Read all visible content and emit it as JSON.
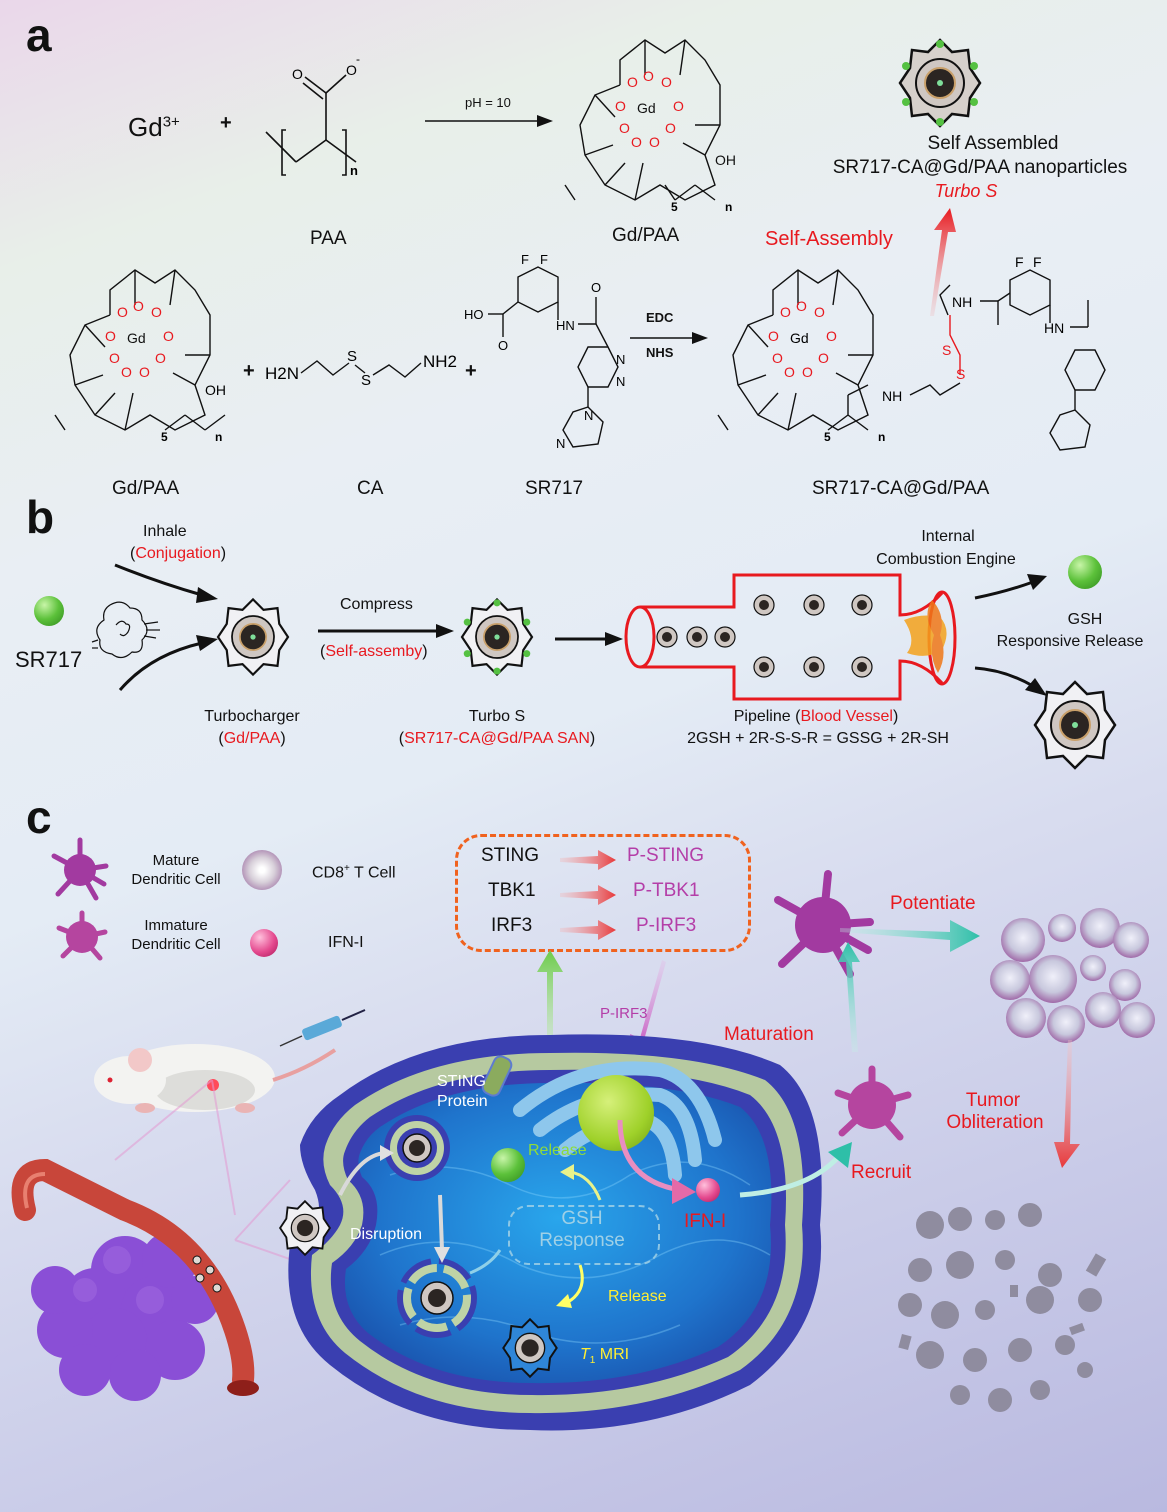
{
  "panels": {
    "a": {
      "letter": "a",
      "reaction1": {
        "gd_ion": "Gd",
        "gd_charge": "3+",
        "plus": "+",
        "paa_label": "PAA",
        "condition": "pH = 10",
        "product_label": "Gd/PAA",
        "carboxylate_o": "O",
        "carboxylate_charge": "-",
        "repeat_n": "n",
        "repeat_5": "5",
        "oh": "OH",
        "gd_center": "Gd"
      },
      "reaction2": {
        "reactant1_label": "Gd/PAA",
        "reactant2_label": "CA",
        "reactant3_label": "SR717",
        "ca_formula": {
          "left": "H2N",
          "s1": "S",
          "s2": "S",
          "right": "NH2"
        },
        "sr717_atoms": {
          "f1": "F",
          "f2": "F",
          "ho": "HO",
          "o": "O",
          "hn": "HN",
          "n": "N"
        },
        "reagent_top": "EDC",
        "reagent_bottom": "NHS",
        "product_label": "SR717-CA@Gd/PAA",
        "product_atoms": {
          "nh1": "NH",
          "nh2": "NH",
          "hn": "HN",
          "s": "S",
          "f": "F"
        }
      },
      "self_assembly": {
        "arrow_label": "Self-Assembly",
        "title_line1": "Self Assembled",
        "title_line2": "SR717-CA@Gd/PAA nanoparticles",
        "turbo_name": "Turbo S"
      }
    },
    "b": {
      "letter": "b",
      "sr717_label": "SR717",
      "inhale": "Inhale",
      "conjugation": "Conjugation",
      "compress": "Compress",
      "self_assembly": "Self-assemby",
      "turbocharger": "Turbocharger",
      "turbocharger_sub": "Gd/PAA",
      "turbo_s": "Turbo S",
      "turbo_s_sub": "SR717-CA@Gd/PAA SAN",
      "engine_line1": "Internal",
      "engine_line2": "Combustion Engine",
      "pipeline": "Pipeline",
      "pipeline_sub": "Blood Vessel",
      "equation": "2GSH + 2R-S-S-R = GSSG + 2R-SH",
      "release_line1": "GSH",
      "release_line2": "Responsive Release"
    },
    "c": {
      "letter": "c",
      "legend": [
        {
          "icon": "mature-dendritic-cell",
          "line1": "Mature",
          "line2": "Dendritic Cell"
        },
        {
          "icon": "cd8-t-cell",
          "label": "CD8",
          "sup": "+",
          "rest": " T Cell"
        },
        {
          "icon": "immature-dendritic-cell",
          "line1": "Immature",
          "line2": "Dendritic Cell"
        },
        {
          "icon": "ifn-i-sphere",
          "label": "IFN-I"
        }
      ],
      "pathway": [
        {
          "from": "STING",
          "to": "P-STING"
        },
        {
          "from": "TBK1",
          "to": "P-TBK1"
        },
        {
          "from": "IRF3",
          "to": "P-IRF3"
        }
      ],
      "p_irf3": "P-IRF3",
      "sting_protein_1": "STING",
      "sting_protein_2": "Protein",
      "release_green": "Release",
      "disruption": "Disruption",
      "gsh_1": "GSH",
      "gsh_2": "Response",
      "release_yellow": "Release",
      "t1": "T",
      "t1_sub": "1",
      "mri": " MRI",
      "ifn_i": "IFN-I",
      "maturation": "Maturation",
      "potentiate": "Potentiate",
      "recruit": "Recruit",
      "tumor_1": "Tumor",
      "tumor_2": "Obliteration"
    }
  },
  "colors": {
    "red": "#e8191f",
    "magenta": "#b43ea8",
    "green_ball": "#5cc13a",
    "cell_blue": "#1f78c8",
    "membrane": "#3f3fb0",
    "teal_arrow": "#39c2b0",
    "pink_ifn": "#e4498e",
    "dashed_orange": "#f0621e"
  }
}
